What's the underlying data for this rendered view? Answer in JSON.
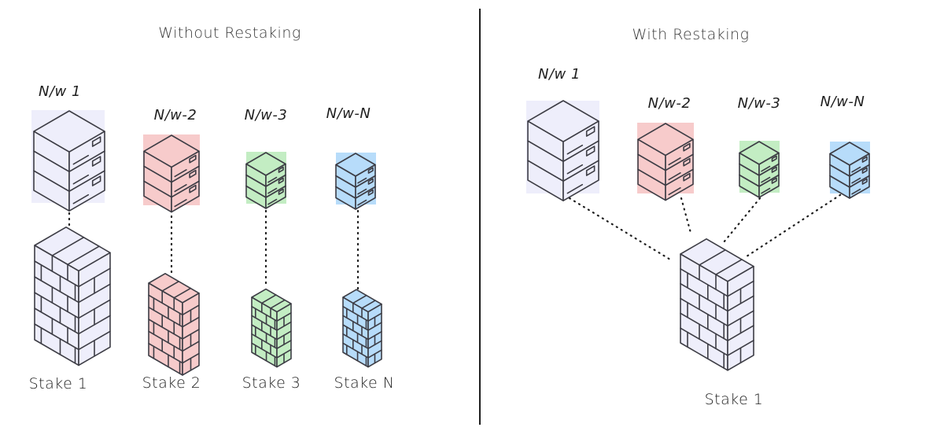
{
  "colors": {
    "nw1": "#eeeefb",
    "nw2": "#f7cbcb",
    "nw3": "#c3edc3",
    "nwN": "#b7dcfa",
    "stroke": "#3d3d45",
    "line": "#1e1e1e"
  },
  "left_panel": {
    "title": "Without Restaking",
    "networks": [
      {
        "label": "N/w 1",
        "color_key": "nw1"
      },
      {
        "label": "N/w-2",
        "color_key": "nw2"
      },
      {
        "label": "N/w-3",
        "color_key": "nw3"
      },
      {
        "label": "N/w-N",
        "color_key": "nwN"
      }
    ],
    "stakes": [
      {
        "label": "Stake 1",
        "color_key": "nw1"
      },
      {
        "label": "Stake 2",
        "color_key": "nw2"
      },
      {
        "label": "Stake 3",
        "color_key": "nw3"
      },
      {
        "label": "Stake N",
        "color_key": "nwN"
      }
    ]
  },
  "right_panel": {
    "title": "With Restaking",
    "networks": [
      {
        "label": "N/w 1",
        "color_key": "nw1"
      },
      {
        "label": "N/w-2",
        "color_key": "nw2"
      },
      {
        "label": "N/w-3",
        "color_key": "nw3"
      },
      {
        "label": "N/w-N",
        "color_key": "nwN"
      }
    ],
    "stake": {
      "label": "Stake 1",
      "color_key": "nw1"
    }
  }
}
